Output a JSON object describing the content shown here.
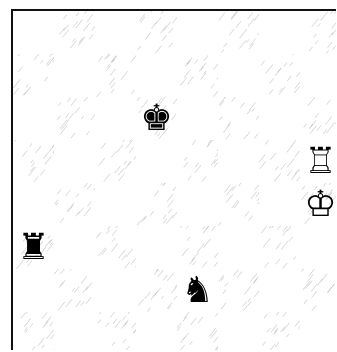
{
  "position": {
    "pieces": [
      {
        "id": "black-king",
        "color": "black",
        "type": "king",
        "glyph": "♚",
        "square": "d6"
      },
      {
        "id": "white-rook",
        "color": "white",
        "type": "rook",
        "glyph": "♖",
        "square": "h5"
      },
      {
        "id": "white-king",
        "color": "white",
        "type": "king",
        "glyph": "♔",
        "square": "h4"
      },
      {
        "id": "black-rook",
        "color": "black",
        "type": "rook",
        "glyph": "♜",
        "square": "a3"
      },
      {
        "id": "black-knight",
        "color": "black",
        "type": "knight",
        "glyph": "♞",
        "square": "e2"
      }
    ]
  },
  "colors": {
    "border": "#111111",
    "dark_square_hatch": "#9a9a9a",
    "light_square": "#ffffff"
  }
}
